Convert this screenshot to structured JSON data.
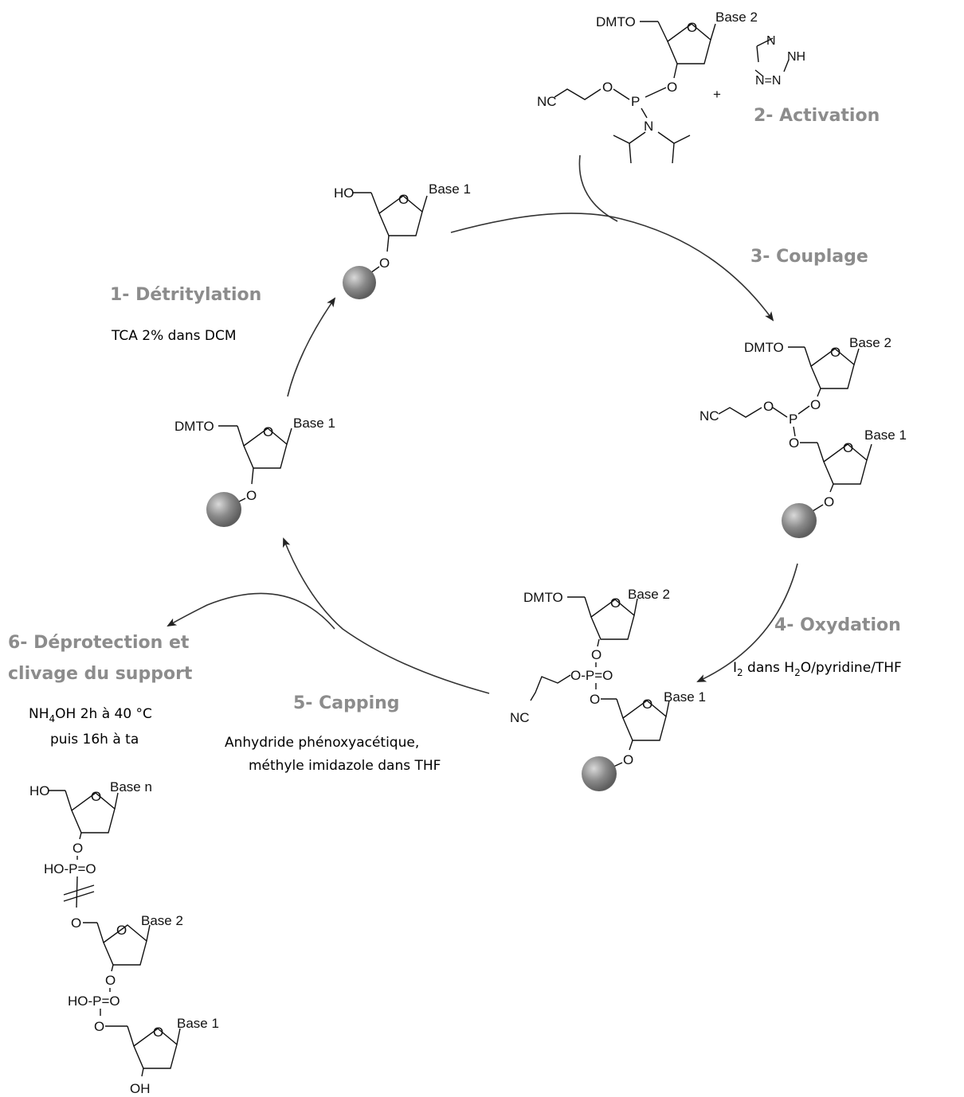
{
  "chem": {
    "dmto": "DMTO",
    "ho": "HO",
    "o": "O",
    "p": "P",
    "n": "N",
    "nc": "NC",
    "nh": "NH",
    "n_eq_n": "N=N",
    "plus": "+",
    "po_eq": "P=O",
    "o_p_eq_o": "O-P=O",
    "ho_p_eq_o": "HO-P=O",
    "oh": "OH",
    "base1": "Base 1",
    "base2": "Base 2",
    "basen": "Base n"
  },
  "steps": {
    "s1": "1- Détritylation",
    "s2": "2- Activation",
    "s3": "3- Couplage",
    "s4": "4- Oxydation",
    "s5": "5- Capping",
    "s6_line1": "6- Déprotection et",
    "s6_line2": "clivage du support"
  },
  "conditions": {
    "c1": "TCA 2% dans DCM",
    "c4_pre": "I",
    "c4_sub": "2",
    "c4_mid": " dans H",
    "c4_sub2": "2",
    "c4_post": "O/pyridine/THF",
    "c5_line1": "Anhydride phénoxyacétique,",
    "c5_line2": "méthyle imidazole dans THF",
    "c6_pre": "NH",
    "c6_sub": "4",
    "c6_post": "OH 2h à 40 °C",
    "c6_line2": "puis 16h à ta"
  },
  "colors": {
    "step_label": "#8c8c8c",
    "support_bead": "#777777"
  }
}
